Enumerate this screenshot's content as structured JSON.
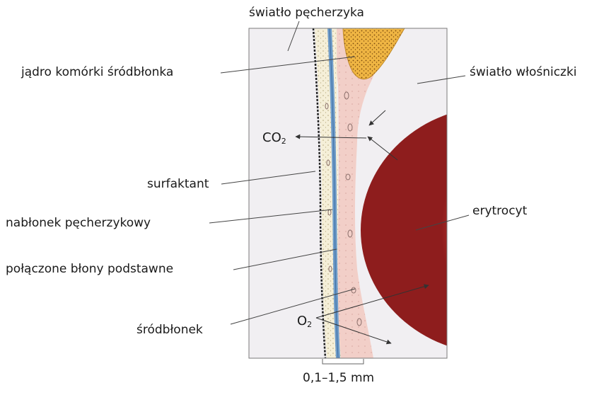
{
  "labels": {
    "alveolar_lumen": "światło pęcherzyka",
    "endothelial_nucleus": "jądro komórki śródbłonka",
    "capillary_lumen": "światło włośniczki",
    "surfactant": "surfaktant",
    "alveolar_epithelium": "nabłonek pęcherzykowy",
    "fused_basement_membranes": "połączone błony podstawne",
    "endothelium": "śródbłonek",
    "erythrocyte": "erytrocyt",
    "scale": "0,1–1,5 mm"
  },
  "gases": {
    "co2_base": "CO",
    "o2_base": "O",
    "subscript": "2"
  },
  "colors": {
    "alveolar_space": "#f1eff2",
    "epithelium": "#f5efd8",
    "basement_membrane": "#6f9cc9",
    "endothelium": "#f2cfc8",
    "nucleus": "#efb543",
    "erythrocyte": "#d9453f",
    "erythrocyte_rim": "#9c1f1f"
  }
}
